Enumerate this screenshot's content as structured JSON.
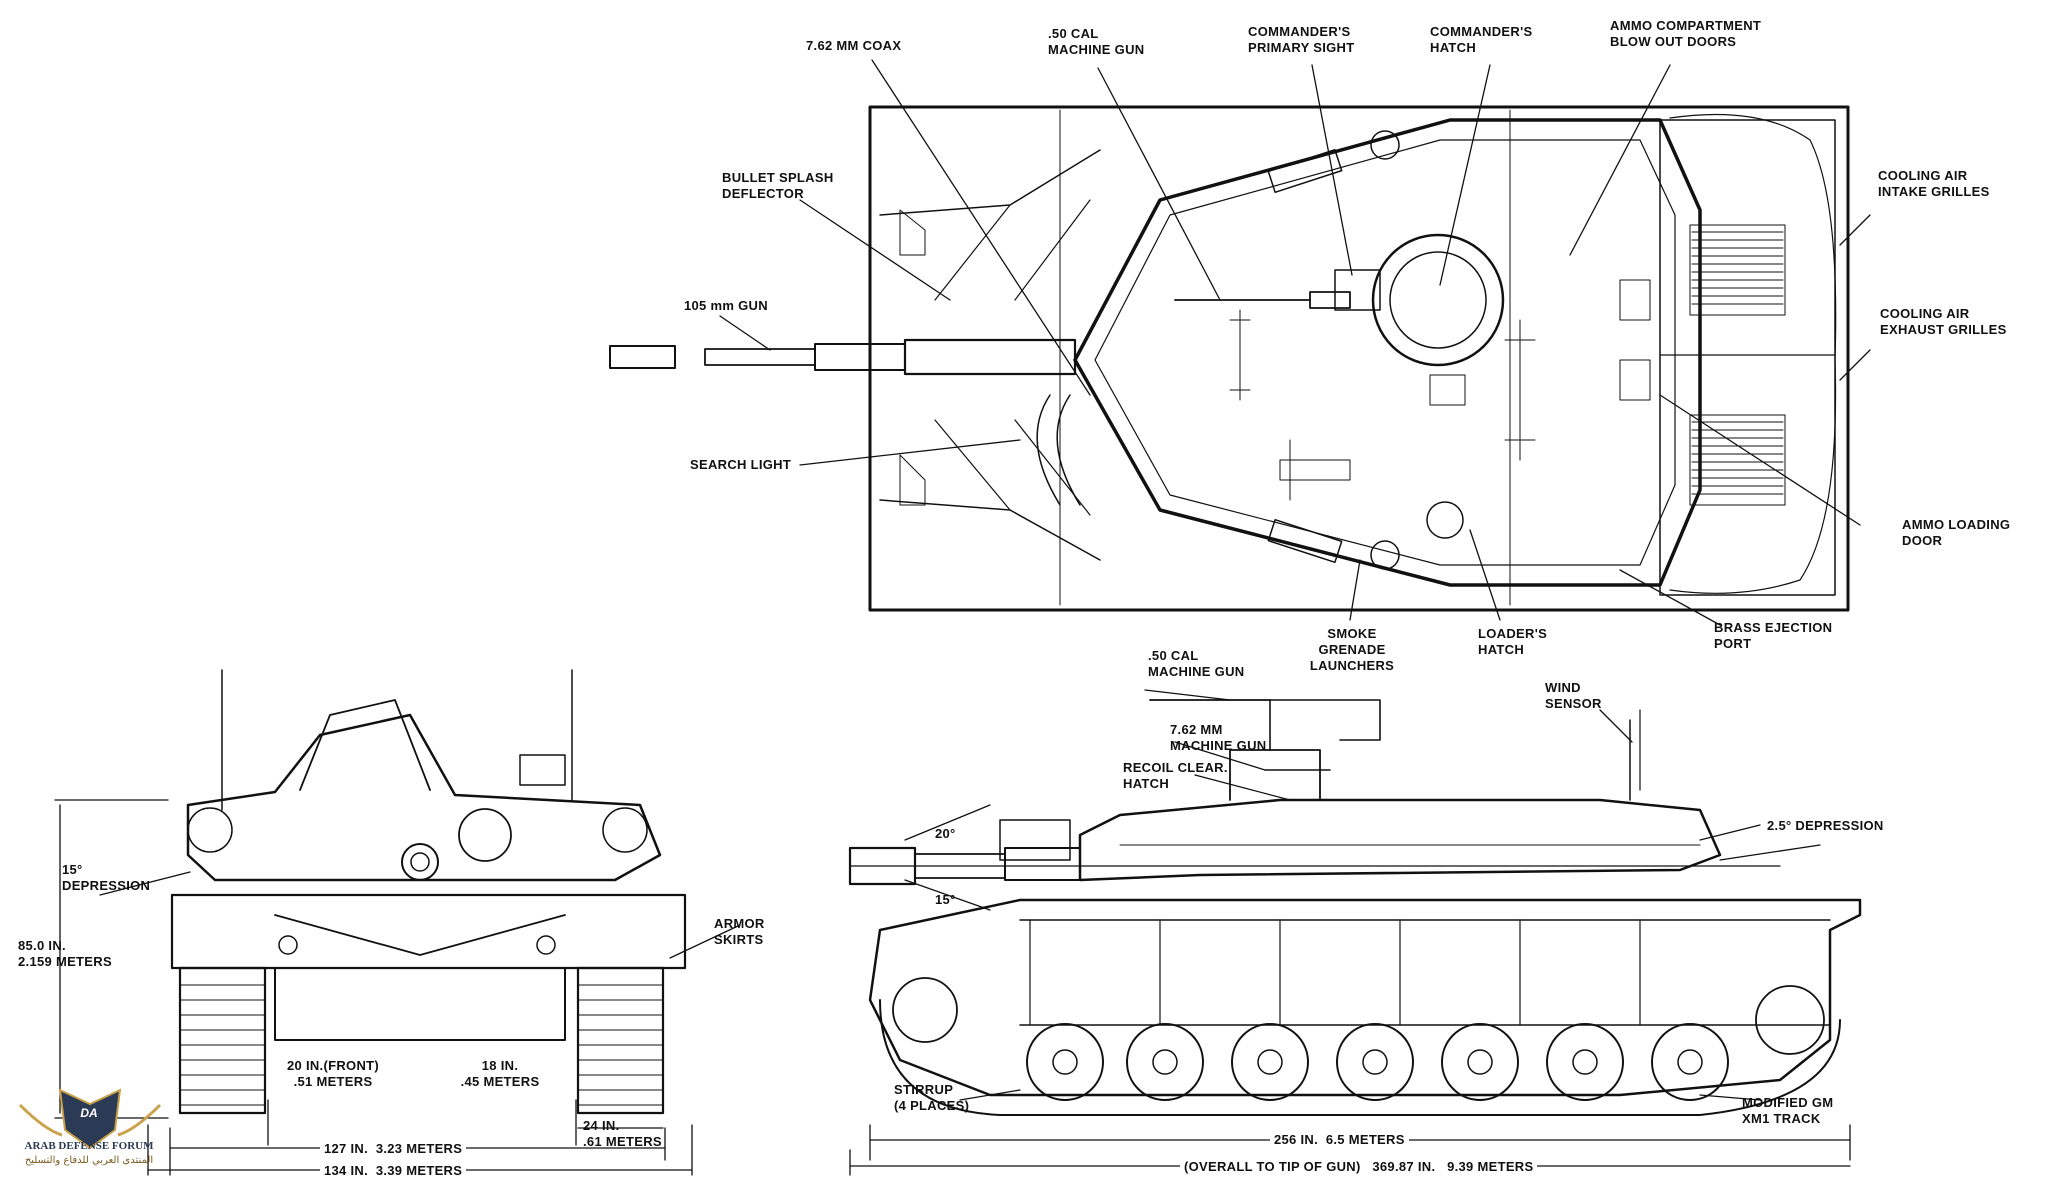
{
  "top_view": {
    "labels": [
      {
        "text": "7.62 MM COAX"
      },
      {
        "text": ".50 CAL\nMACHINE GUN"
      },
      {
        "text": "COMMANDER'S\nPRIMARY SIGHT"
      },
      {
        "text": "COMMANDER'S\nHATCH"
      },
      {
        "text": "AMMO COMPARTMENT\nBLOW OUT DOORS"
      },
      {
        "text": "BULLET SPLASH\nDEFLECTOR"
      },
      {
        "text": "105 mm GUN"
      },
      {
        "text": "SEARCH LIGHT"
      },
      {
        "text": "COOLING AIR\nINTAKE GRILLES"
      },
      {
        "text": "COOLING AIR\nEXHAUST GRILLES"
      },
      {
        "text": "AMMO LOADING\nDOOR"
      },
      {
        "text": "SMOKE\nGRENADE\nLAUNCHERS"
      },
      {
        "text": "LOADER'S\nHATCH"
      },
      {
        "text": "BRASS EJECTION\nPORT"
      }
    ]
  },
  "front_view": {
    "labels": [
      {
        "text": "15°\nDEPRESSION"
      },
      {
        "text": "85.0 IN.\n2.159 METERS"
      },
      {
        "text": "ARMOR\nSKIRTS"
      },
      {
        "text": "20 IN.(FRONT)\n.51 METERS"
      },
      {
        "text": "18 IN.\n.45 METERS"
      },
      {
        "text": "24 IN.\n.61 METERS"
      },
      {
        "text": "127 IN.  3.23 METERS"
      },
      {
        "text": "134 IN.  3.39 METERS"
      }
    ]
  },
  "side_view": {
    "labels": [
      {
        "text": ".50 CAL\nMACHINE GUN"
      },
      {
        "text": "7.62 MM\nMACHINE GUN"
      },
      {
        "text": "RECOIL CLEAR.\nHATCH"
      },
      {
        "text": "WIND\nSENSOR"
      },
      {
        "text": "2.5° DEPRESSION"
      },
      {
        "text": "20°"
      },
      {
        "text": "15°"
      },
      {
        "text": "STIRRUP\n(4 PLACES)"
      },
      {
        "text": "MODIFIED GM\nXM1 TRACK"
      },
      {
        "text": "256 IN.  6.5 METERS"
      },
      {
        "text": "(OVERALL TO TIP OF GUN)   369.87 IN.   9.39 METERS"
      }
    ]
  },
  "watermark": {
    "badge": "DA",
    "name": "ARAB DEFENSE FORUM",
    "arabic": "المنتدى العربي للدفاع والتسليح",
    "colors": {
      "navy": "#2b3a55",
      "gold": "#c9a24a"
    }
  }
}
